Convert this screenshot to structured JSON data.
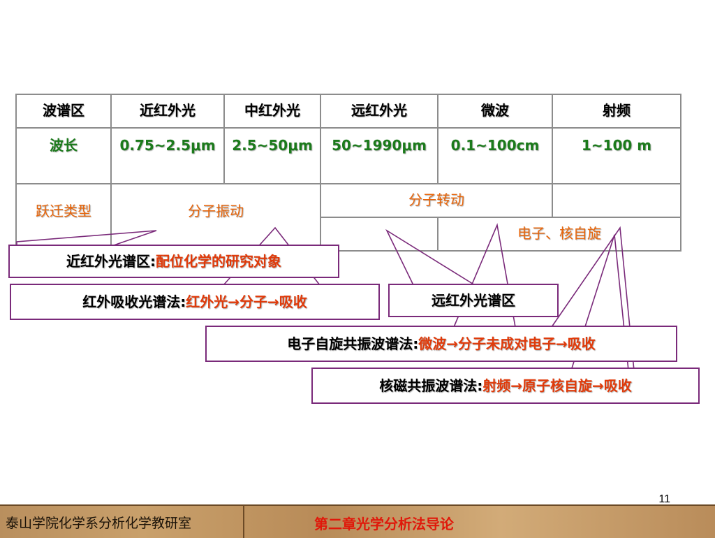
{
  "table": {
    "header": [
      "波谱区",
      "近红外光",
      "中红外光",
      "远红外光",
      "微波",
      "射频"
    ],
    "wavelength_label": "波长",
    "wavelengths": [
      "0.75~2.5μm",
      "2.5~50μm",
      "50~1990μm",
      "0.1~100cm",
      "1~100 m"
    ],
    "transition_label": "跃迁类型",
    "vibration": "分子振动",
    "rotation": "分子转动",
    "electron_spin": "电子、核自旋"
  },
  "callouts": {
    "nir_prefix": "近红外光谱区:",
    "nir_red": "配位化学的研究对象",
    "ir_prefix": "红外吸收光谱法:",
    "ir_red": "红外光→分子→吸收",
    "fir_text": "远红外光谱区",
    "esr_prefix": "电子自旋共振波谱法:",
    "esr_red": "微波→分子未成对电子→吸收",
    "nmr_prefix": "核磁共振波谱法:",
    "nmr_red": "射频→原子核自旋→吸收"
  },
  "page_number": "11",
  "footer": {
    "left": "泰山学院化学系分析化学教研室",
    "center": "第二章光学分析法导论"
  },
  "colors": {
    "green_text": "#1b7a1b",
    "orange_text": "#e8650a",
    "red_text": "#e03a0a",
    "callout_border": "#7a2a7a",
    "footer_title": "#e0180a"
  }
}
